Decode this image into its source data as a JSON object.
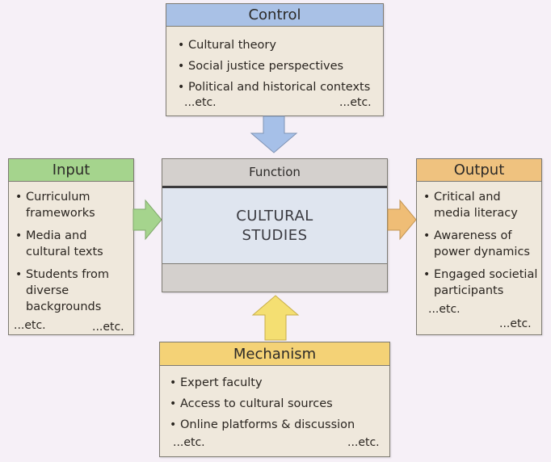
{
  "control": {
    "title": "Control",
    "items": [
      "Cultural theory",
      "Social justice perspectives",
      "Political and historical contexts"
    ],
    "etc_left": "...etc.",
    "etc_right": "...etc."
  },
  "input": {
    "title": "Input",
    "items": [
      "Curriculum frameworks",
      "Media and cultural texts",
      "Students from diverse backgrounds"
    ],
    "etc_left": "...etc.",
    "etc_right": "...etc."
  },
  "function": {
    "title": "Function",
    "body": "CULTURAL STUDIES"
  },
  "output": {
    "title": "Output",
    "items": [
      "Critical and media literacy",
      "Awareness of power dynamics",
      "Engaged societial participants"
    ],
    "etc_left": "...etc.",
    "etc_right": "...etc."
  },
  "mechanism": {
    "title": "Mechanism",
    "items": [
      "Expert faculty",
      "Access to cultural sources",
      "Online platforms & discussion"
    ],
    "etc_left": "...etc.",
    "etc_right": "...etc."
  },
  "colors": {
    "control": "#a9c1e6",
    "input": "#a5d48d",
    "output": "#efc27f",
    "mechanism": "#f4d276",
    "function_body": "#dfe5ef"
  }
}
